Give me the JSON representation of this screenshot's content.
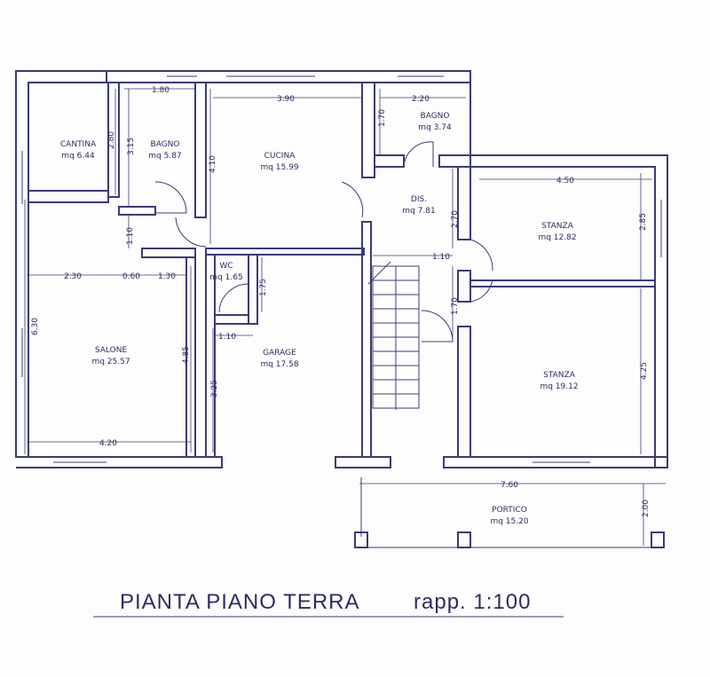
{
  "title": "PIANTA PIANO TERRA",
  "scale": "rapp. 1:100",
  "rooms": [
    {
      "id": "cantina",
      "name": "CANTINA",
      "area": "mq 6.44"
    },
    {
      "id": "bagno1",
      "name": "BAGNO",
      "area": "mq 5.87"
    },
    {
      "id": "cucina",
      "name": "CUCINA",
      "area": "mq 15.99"
    },
    {
      "id": "bagno2",
      "name": "BAGNO",
      "area": "mq 3.74"
    },
    {
      "id": "dis",
      "name": "DIS.",
      "area": "mq 7.81"
    },
    {
      "id": "stanza1",
      "name": "STANZA",
      "area": "mq 12.82"
    },
    {
      "id": "wc",
      "name": "WC",
      "area": "mq 1.65"
    },
    {
      "id": "salone",
      "name": "SALONE",
      "area": "mq 25.57"
    },
    {
      "id": "garage",
      "name": "GARAGE",
      "area": "mq 17.58"
    },
    {
      "id": "stanza2",
      "name": "STANZA",
      "area": "mq 19.12"
    },
    {
      "id": "portico",
      "name": "PORTICO",
      "area": "mq 15.20"
    }
  ],
  "dimensions": [
    "1.80",
    "2.80",
    "3.15",
    "3.90",
    "4.10",
    "2.20",
    "1.70",
    "2.70",
    "4.50",
    "2.85",
    "1.10",
    "2.30",
    "0.60",
    "1.30",
    "1.75",
    "1.10",
    "6.30",
    "4.85",
    "3.25",
    "1.10",
    "1.70",
    "4.25",
    "4.20",
    "7.60",
    "2.00"
  ]
}
